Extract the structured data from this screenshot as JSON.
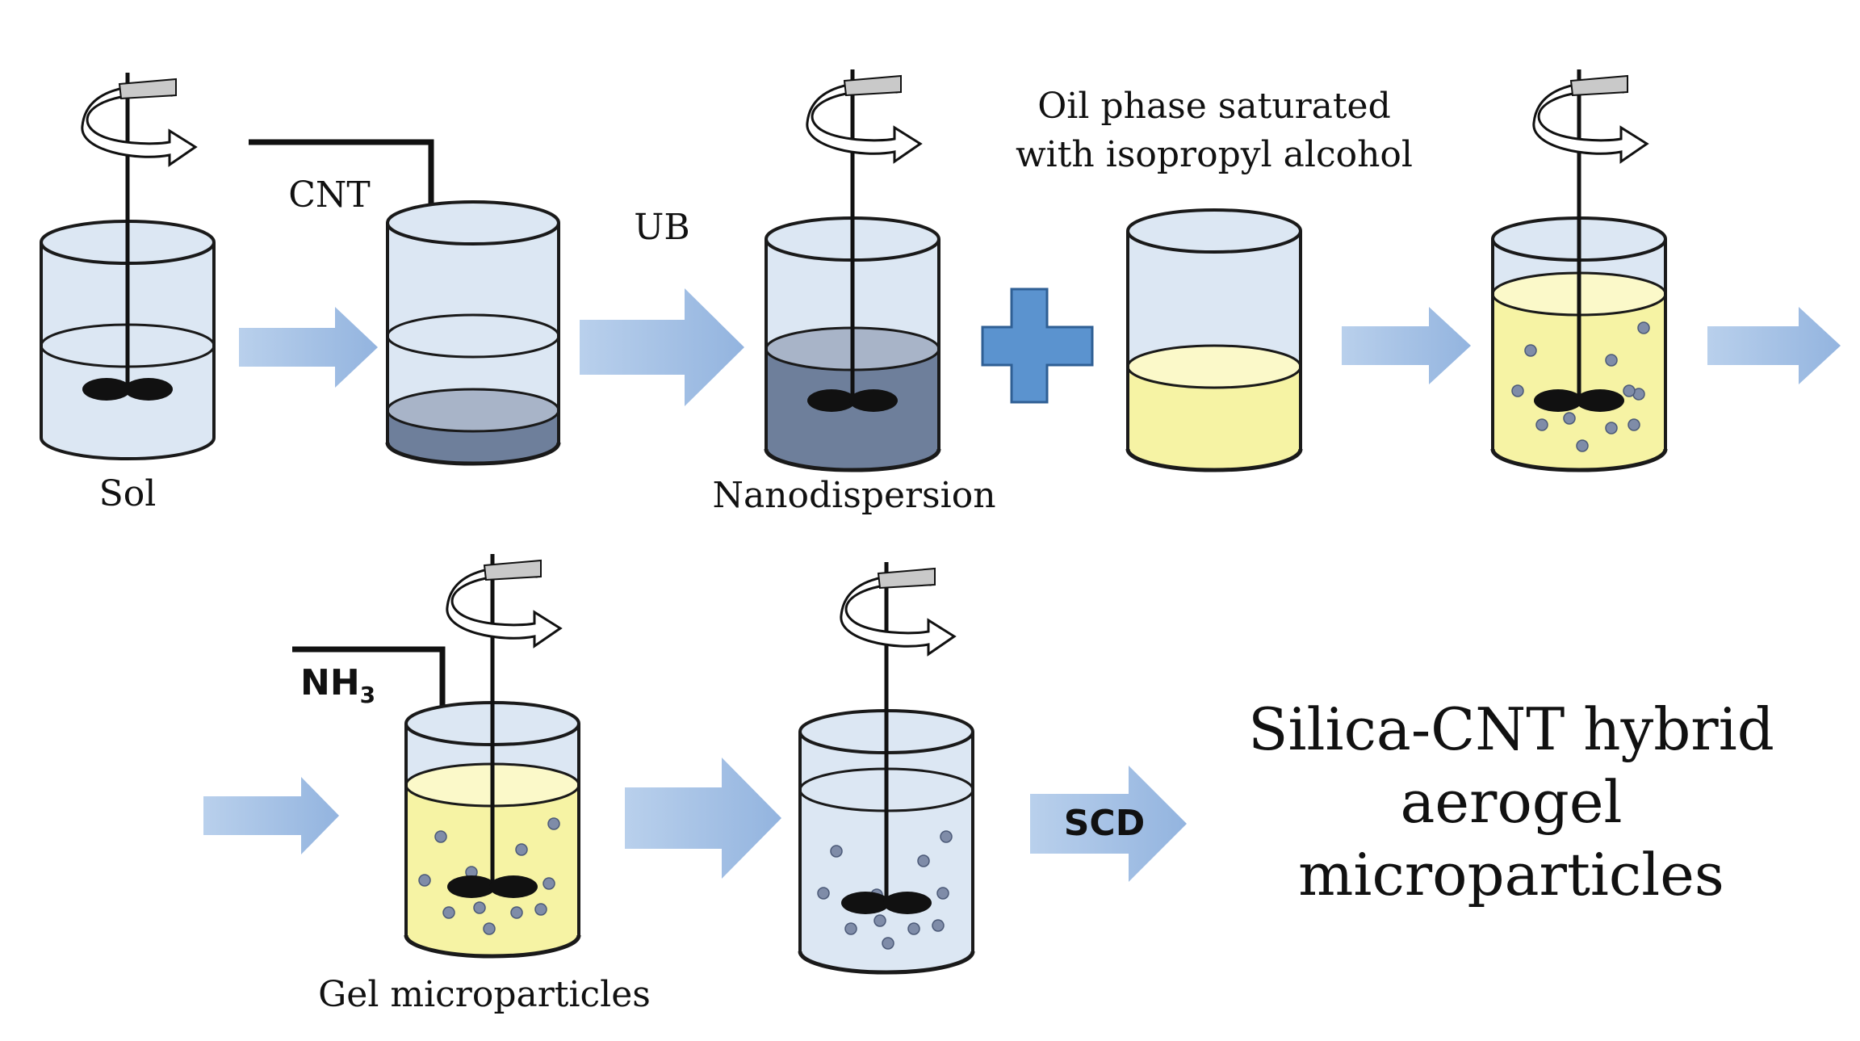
{
  "colors": {
    "beaker_fill": "#dce7f3",
    "beaker_stroke": "#1a1a1a",
    "dark_liquid": "#6e7f9b",
    "dark_liquid_top": "#a8b4c8",
    "oil_liquid": "#f6f3a4",
    "oil_liquid_top": "#fbf9c9",
    "particle": "#7f8ca8",
    "arrow_fill": "#a9c4e6",
    "plus_fill": "#5b93cf",
    "impeller": "#111111"
  },
  "labels": {
    "sol": "Sol",
    "cnt": "CNT",
    "ub": "UB",
    "nanodispersion": "Nanodispersion",
    "oil_line1": "Oil phase saturated",
    "oil_line2": "with isopropyl alcohol",
    "nh3_main": "NH",
    "nh3_sub": "3",
    "gel": "Gel microparticles",
    "scd": "SCD",
    "result_line1": "Silica-CNT hybrid",
    "result_line2": "aerogel",
    "result_line3": "microparticles"
  }
}
